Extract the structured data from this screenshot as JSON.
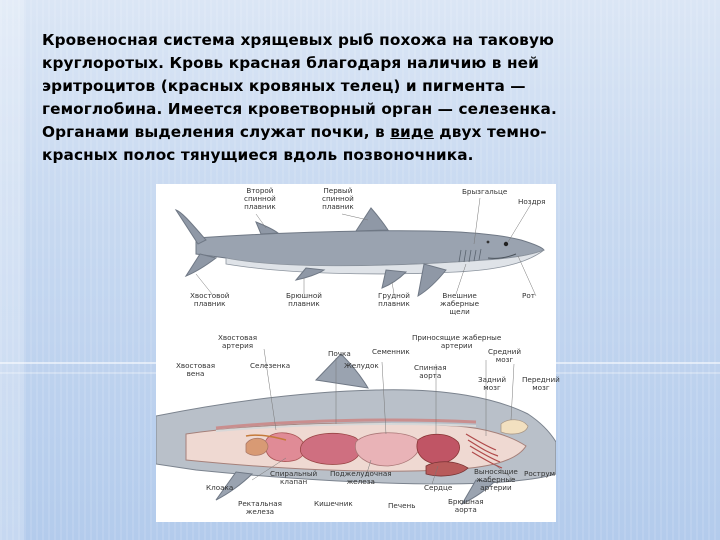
{
  "slide": {
    "lines": [
      "Кровеносная система хрящевых рыб похожа на таковую",
      "круглоротых. Кровь красная благодаря наличию в ней",
      "эритроцитов (красных кровяных телец) и пигмента —",
      "гемоглобина. Имеется кроветворный орган — селезенка.",
      "Органами выделения служат почки, в",
      "виде",
      "двух темно-",
      "красных полос тянущиеся вдоль позвоночника."
    ]
  },
  "figure": {
    "top_labels": {
      "dorsal2": [
        "Второй",
        "спинной",
        "плавник"
      ],
      "dorsal1": [
        "Первый",
        "спинной",
        "плавник"
      ],
      "gill_slits": "Брызгальце",
      "nostril": "Ноздря",
      "caudal_fin": [
        "Хвостовой",
        "плавник"
      ],
      "ventral_fin": [
        "Брюшной",
        "плавник"
      ],
      "pectoral_fin": [
        "Грудной",
        "плавник"
      ],
      "external_gills": [
        "Внешние",
        "жаберные",
        "щели"
      ],
      "mouth": "Рот"
    },
    "bottom_labels": {
      "caudal_artery": [
        "Хвостовая",
        "артерия"
      ],
      "caudal_vein": [
        "Хвостовая",
        "вена"
      ],
      "spleen": "Селезенка",
      "kidney": "Почка",
      "testis": "Семенник",
      "stomach": "Желудок",
      "dorsal_aorta": [
        "Спинная",
        "аорта"
      ],
      "afferent_arteries": [
        "Приносящие жаберные",
        "артерии"
      ],
      "midbrain": [
        "Средний",
        "мозг"
      ],
      "hindbrain": [
        "Задний",
        "мозг"
      ],
      "forebrain": [
        "Передний",
        "мозг"
      ],
      "cloaca": "Клоака",
      "spiral_valve": [
        "Спиральный",
        "клапан"
      ],
      "pancreas": [
        "Поджелудочная",
        "железа"
      ],
      "heart": "Сердце",
      "efferent_arteries": [
        "Выносящие",
        "жаберные",
        "артерии"
      ],
      "rostrum": "Рострум",
      "rectal_gland": [
        "Ректальная",
        "железа"
      ],
      "intestine": "Кишечник",
      "liver": "Печень",
      "ventral_aorta": [
        "Брюшная",
        "аорта"
      ]
    }
  }
}
